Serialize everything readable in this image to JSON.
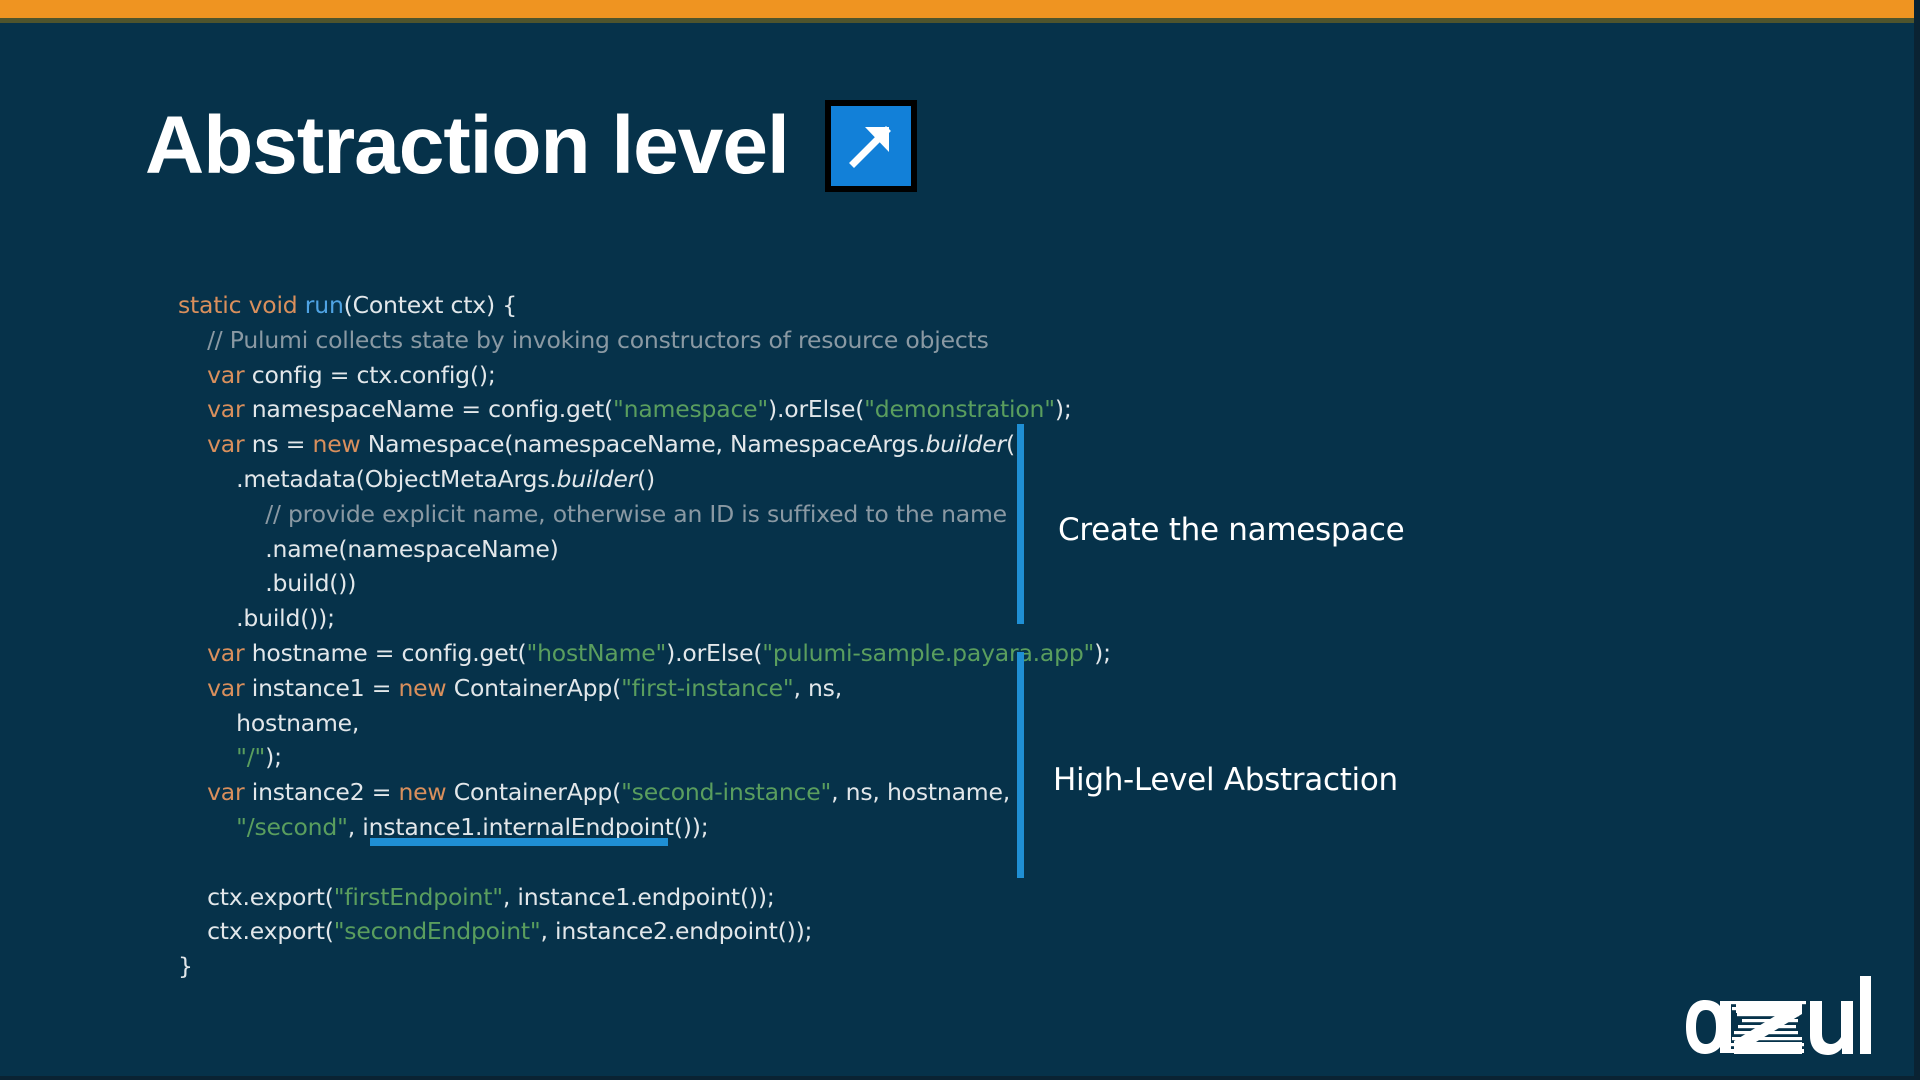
{
  "slide": {
    "title": "Abstraction level",
    "badge_icon": "arrow-up-right-icon",
    "accent_top_color": "#ef9421",
    "background_color": "#06324a",
    "accent_blue": "#1f8fd4",
    "badge_color": "#1280d8"
  },
  "code": {
    "language": "java",
    "syntax_colors": {
      "keyword": "#d98f5c",
      "function": "#4fa3e3",
      "comment": "#8a99a3",
      "string": "#5a9e5e",
      "plain": "#e2e7ea"
    },
    "lines": [
      {
        "indent": 0,
        "tokens": [
          {
            "t": "static void ",
            "c": "kw"
          },
          {
            "t": "run",
            "c": "fn"
          },
          {
            "t": "(Context ctx) {",
            "c": "pln"
          }
        ]
      },
      {
        "indent": 1,
        "tokens": [
          {
            "t": "// Pulumi collects state by invoking constructors of resource objects",
            "c": "cmt"
          }
        ]
      },
      {
        "indent": 1,
        "tokens": [
          {
            "t": "var ",
            "c": "kw"
          },
          {
            "t": "config = ctx.config();",
            "c": "pln"
          }
        ]
      },
      {
        "indent": 1,
        "tokens": [
          {
            "t": "var ",
            "c": "kw"
          },
          {
            "t": "namespaceName = config.get(",
            "c": "pln"
          },
          {
            "t": "\"namespace\"",
            "c": "str"
          },
          {
            "t": ").orElse(",
            "c": "pln"
          },
          {
            "t": "\"demonstration\"",
            "c": "str"
          },
          {
            "t": ");",
            "c": "pln"
          }
        ]
      },
      {
        "indent": 1,
        "tokens": [
          {
            "t": "var ",
            "c": "kw"
          },
          {
            "t": "ns = ",
            "c": "pln"
          },
          {
            "t": "new ",
            "c": "kw"
          },
          {
            "t": "Namespace(namespaceName, NamespaceArgs.",
            "c": "pln"
          },
          {
            "t": "builder",
            "c": "pln ital"
          },
          {
            "t": "()",
            "c": "pln"
          }
        ]
      },
      {
        "indent": 2,
        "tokens": [
          {
            "t": ".metadata(ObjectMetaArgs.",
            "c": "pln"
          },
          {
            "t": "builder",
            "c": "pln ital"
          },
          {
            "t": "()",
            "c": "pln"
          }
        ]
      },
      {
        "indent": 3,
        "tokens": [
          {
            "t": "// provide explicit name, otherwise an ID is suffixed to the name",
            "c": "cmt"
          }
        ]
      },
      {
        "indent": 3,
        "tokens": [
          {
            "t": ".name(namespaceName)",
            "c": "pln"
          }
        ]
      },
      {
        "indent": 3,
        "tokens": [
          {
            "t": ".build())",
            "c": "pln"
          }
        ]
      },
      {
        "indent": 2,
        "tokens": [
          {
            "t": ".build());",
            "c": "pln"
          }
        ]
      },
      {
        "indent": 1,
        "tokens": [
          {
            "t": "var ",
            "c": "kw"
          },
          {
            "t": "hostname = config.get(",
            "c": "pln"
          },
          {
            "t": "\"hostName\"",
            "c": "str"
          },
          {
            "t": ").orElse(",
            "c": "pln"
          },
          {
            "t": "\"pulumi-sample.payara.app\"",
            "c": "str"
          },
          {
            "t": ");",
            "c": "pln"
          }
        ]
      },
      {
        "indent": 1,
        "tokens": [
          {
            "t": "var ",
            "c": "kw"
          },
          {
            "t": "instance1 = ",
            "c": "pln"
          },
          {
            "t": "new ",
            "c": "kw"
          },
          {
            "t": "ContainerApp(",
            "c": "pln"
          },
          {
            "t": "\"first-instance\"",
            "c": "str"
          },
          {
            "t": ", ns,",
            "c": "pln"
          }
        ]
      },
      {
        "indent": 2,
        "tokens": [
          {
            "t": "hostname,",
            "c": "pln"
          }
        ]
      },
      {
        "indent": 2,
        "tokens": [
          {
            "t": "\"/\"",
            "c": "str"
          },
          {
            "t": ");",
            "c": "pln"
          }
        ]
      },
      {
        "indent": 1,
        "tokens": [
          {
            "t": "var ",
            "c": "kw"
          },
          {
            "t": "instance2 = ",
            "c": "pln"
          },
          {
            "t": "new ",
            "c": "kw"
          },
          {
            "t": "ContainerApp(",
            "c": "pln"
          },
          {
            "t": "\"second-instance\"",
            "c": "str"
          },
          {
            "t": ", ns, hostname,",
            "c": "pln"
          }
        ]
      },
      {
        "indent": 2,
        "tokens": [
          {
            "t": "\"/second\"",
            "c": "str"
          },
          {
            "t": ", instance1.internalEndpoint());",
            "c": "pln"
          }
        ]
      },
      {
        "indent": 0,
        "tokens": []
      },
      {
        "indent": 1,
        "tokens": [
          {
            "t": "ctx.export(",
            "c": "pln"
          },
          {
            "t": "\"firstEndpoint\"",
            "c": "str"
          },
          {
            "t": ", instance1.endpoint());",
            "c": "pln"
          }
        ]
      },
      {
        "indent": 1,
        "tokens": [
          {
            "t": "ctx.export(",
            "c": "pln"
          },
          {
            "t": "\"secondEndpoint\"",
            "c": "str"
          },
          {
            "t": ", instance2.endpoint());",
            "c": "pln"
          }
        ]
      },
      {
        "indent": 0,
        "tokens": [
          {
            "t": "}",
            "c": "pln"
          }
        ]
      }
    ]
  },
  "annotations": [
    {
      "label": "Create the namespace"
    },
    {
      "label": "High-Level Abstraction"
    }
  ],
  "logo": {
    "text": "azul"
  }
}
